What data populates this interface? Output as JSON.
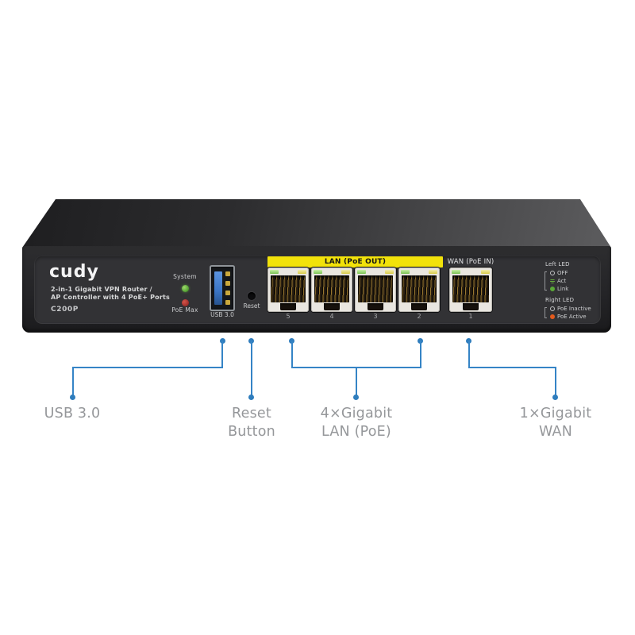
{
  "device": {
    "brand": "cudy",
    "product_line1": "2-in-1 Gigabit VPN Router /",
    "product_line2": "AP Controller with 4 PoE+ Ports",
    "model": "C200P",
    "system_led_label": "System",
    "poe_max_led_label": "PoE Max",
    "usb_port_label": "USB 3.0",
    "reset_label": "Reset",
    "lan_banner": "LAN (PoE OUT)",
    "wan_banner": "WAN (PoE IN)",
    "port_numbers": [
      "5",
      "4",
      "3",
      "2",
      "1"
    ],
    "legend": {
      "left_title": "Left LED",
      "left_items": [
        {
          "label": "OFF",
          "state": "off"
        },
        {
          "label": "Act",
          "state": "blink"
        },
        {
          "label": "Link",
          "state": "green"
        }
      ],
      "right_title": "Right LED",
      "right_items": [
        {
          "label": "PoE Inactive",
          "state": "off"
        },
        {
          "label": "PoE Active",
          "state": "orange"
        }
      ]
    }
  },
  "callouts": [
    {
      "line1": "USB 3.0",
      "line2": ""
    },
    {
      "line1": "Reset",
      "line2": "Button"
    },
    {
      "line1": "4×Gigabit",
      "line2": "LAN (PoE)"
    },
    {
      "line1": "1×Gigabit",
      "line2": "WAN"
    }
  ],
  "colors": {
    "accent_blue": "#3584c6",
    "banner_yellow": "#f2e20a",
    "led_green": "#5aa838",
    "led_red": "#a8322e",
    "led_orange": "#e25a1d",
    "usb_blue": "#3a74c4",
    "label_gray": "#95979a"
  }
}
